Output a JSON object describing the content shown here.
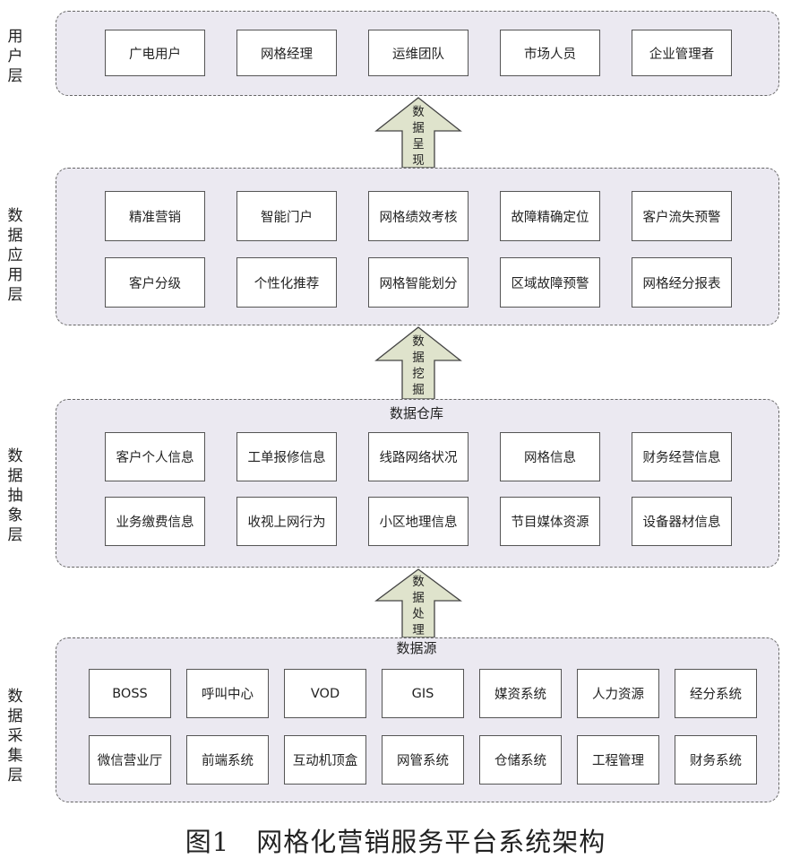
{
  "layers": [
    {
      "label": "用户层",
      "items": [
        "广电用户",
        "网格经理",
        "运维团队",
        "市场人员",
        "企业管理者"
      ]
    },
    {
      "label": "数据应用层",
      "items": [
        "精准营销",
        "智能门户",
        "网格绩效考核",
        "故障精确定位",
        "客户流失预警",
        "客户分级",
        "个性化推荐",
        "网格智能划分",
        "区域故障预警",
        "网格经分报表"
      ]
    },
    {
      "label": "数据抽象层",
      "caption": "数据仓库",
      "items": [
        "客户个人信息",
        "工单报修信息",
        "线路网络状况",
        "网格信息",
        "财务经营信息",
        "业务缴费信息",
        "收视上网行为",
        "小区地理信息",
        "节目媒体资源",
        "设备器材信息"
      ]
    },
    {
      "label": "数据采集层",
      "caption": "数据源",
      "items": [
        "BOSS",
        "呼叫中心",
        "VOD",
        "GIS",
        "媒资系统",
        "人力资源",
        "经分系统",
        "微信营业厅",
        "前端系统",
        "互动机顶盒",
        "网管系统",
        "仓储系统",
        "工程管理",
        "财务系统"
      ]
    }
  ],
  "arrows": [
    "数据呈现",
    "数据挖掘",
    "数据处理"
  ],
  "figure_title": "图1　网格化营销服务平台系统架构"
}
